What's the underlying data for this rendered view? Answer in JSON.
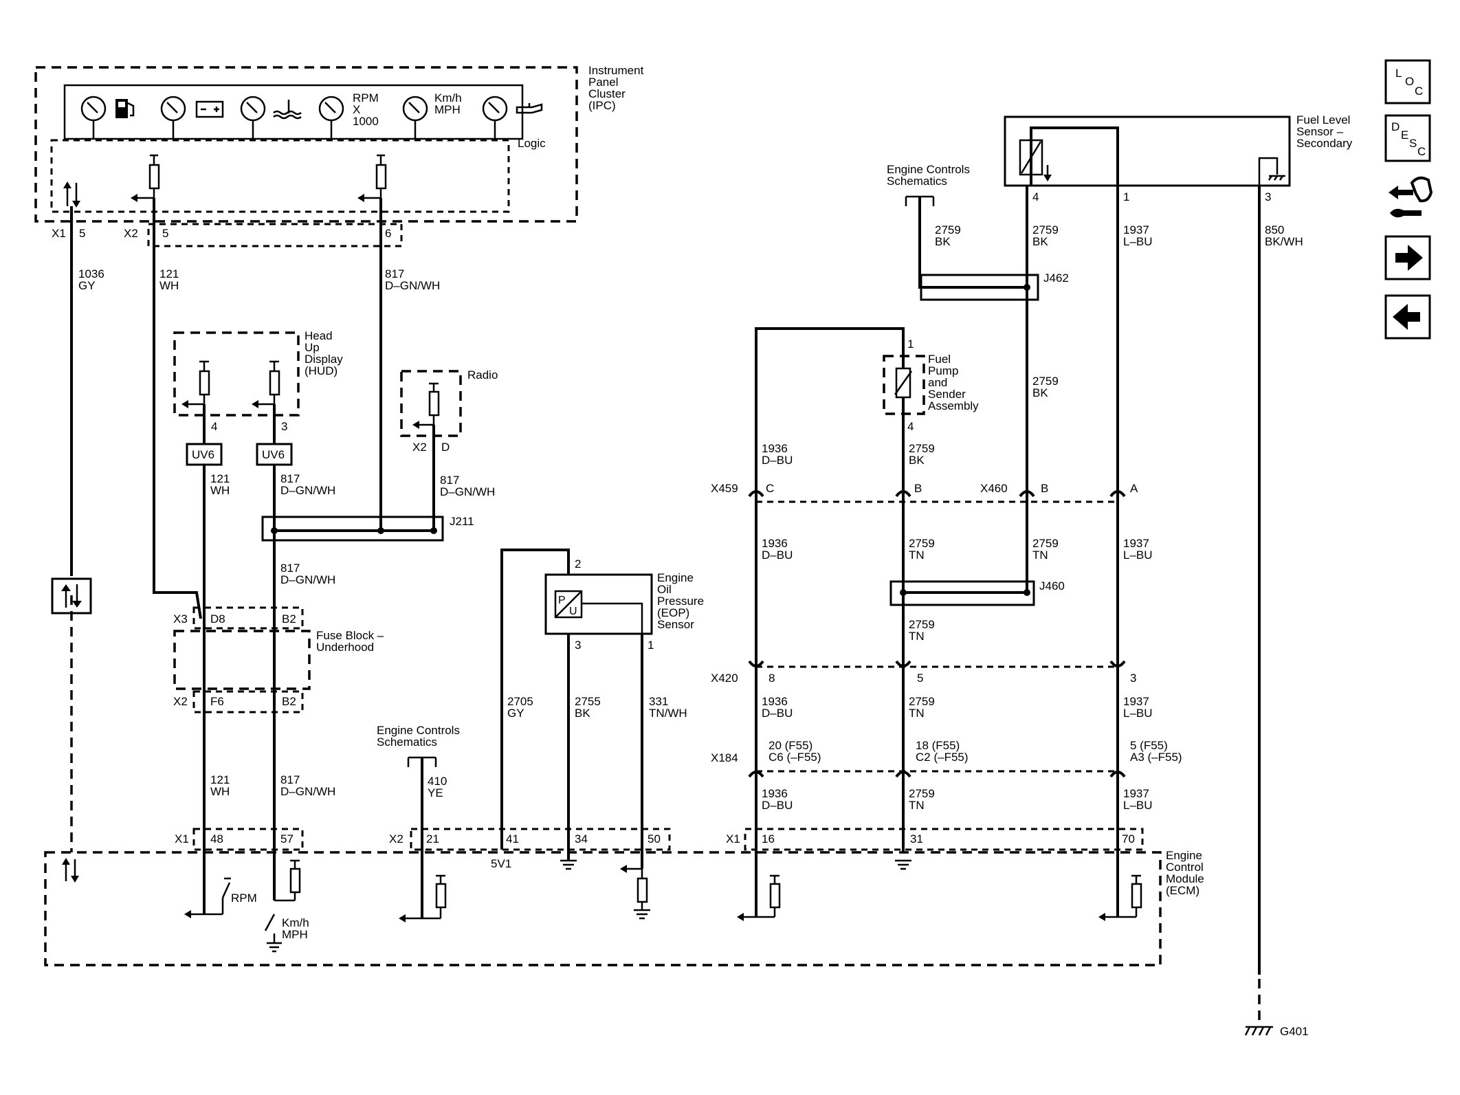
{
  "components": {
    "ipc": "Instrument\nPanel\nCluster\n(IPC)",
    "logic": "Logic",
    "hud": "Head\nUp\nDisplay\n(HUD)",
    "radio": "Radio",
    "fuse_block": "Fuse Block –\nUnderhood",
    "eop": "Engine\nOil\nPressure\n(EOP)\nSensor",
    "ecm": "Engine\nControl\nModule\n(ECM)",
    "fuel_level_sensor": "Fuel Level\nSensor –\nSecondary",
    "fuel_pump": "Fuel\nPump\nand\nSender\nAssembly",
    "engine_controls_1": "Engine Controls\nSchematics",
    "engine_controls_2": "Engine Controls\nSchematics",
    "ground": "G401"
  },
  "gauges": {
    "rpm": "RPM\nX\n1000",
    "speed": "Km/h\nMPH"
  },
  "ecm_labels": {
    "rpm": "RPM",
    "speed": "Km/h\nMPH",
    "v5": "5V1"
  },
  "splices": {
    "j211": "J211",
    "j460": "J460",
    "j462": "J462",
    "uv6_a": "UV6",
    "uv6_b": "UV6"
  },
  "connectors": {
    "x1": "X1",
    "x2": "X2",
    "x3": "X3",
    "x459": "X459",
    "x460": "X460",
    "x420": "X420",
    "x184": "X184"
  },
  "pins": {
    "ipc_x1_5": "5",
    "ipc_x2_5": "5",
    "ipc_x2_6": "6",
    "hud_4": "4",
    "hud_3": "3",
    "radio_d": "D",
    "fb_d8": "D8",
    "fb_b2a": "B2",
    "fb_f6": "F6",
    "fb_b2b": "B2",
    "eop_2": "2",
    "eop_3": "3",
    "eop_1": "1",
    "ecm_48": "48",
    "ecm_57": "57",
    "ecm_21": "21",
    "ecm_41": "41",
    "ecm_34": "34",
    "ecm_50": "50",
    "ecm_16": "16",
    "ecm_31": "31",
    "ecm_70": "70",
    "x459_c": "C",
    "x459_b": "B",
    "x460_b": "B",
    "x460_a": "A",
    "x420_8": "8",
    "x420_5": "5",
    "x420_3": "3",
    "x184_a": "20 (F55)\nC6 (–F55)",
    "x184_b": "18 (F55)\nC2 (–F55)",
    "x184_c": "5 (F55)\nA3 (–F55)",
    "pump_1": "1",
    "pump_4": "4",
    "fls_4": "4",
    "fls_1": "1",
    "fls_3": "3"
  },
  "wires": {
    "w1036": "1036\nGY",
    "w121a": "121\nWH",
    "w817a": "817\nD–GN/WH",
    "w121b": "121\nWH",
    "w817b": "817\nD–GN/WH",
    "w817c": "817\nD–GN/WH",
    "w817d": "817\nD–GN/WH",
    "w121c": "121\nWH",
    "w817e": "817\nD–GN/WH",
    "w410": "410\nYE",
    "w2705": "2705\nGY",
    "w2755": "2755\nBK",
    "w331": "331\nTN/WH",
    "w2759a": "2759\nBK",
    "w2759b": "2759\nBK",
    "w1937a": "1937\nL–BU",
    "w850": "850\nBK/WH",
    "w2759c": "2759\nBK",
    "w1936a": "1936\nD–BU",
    "w2759d": "2759\nBK",
    "w1936b": "1936\nD–BU",
    "w2759e": "2759\nTN",
    "w2759f": "2759\nTN",
    "w1937b": "1937\nL–BU",
    "w2759g": "2759\nTN",
    "w1936c": "1936\nD–BU",
    "w2759h": "2759\nTN",
    "w1937c": "1937\nL–BU",
    "w1936d": "1936\nD–BU",
    "w2759i": "2759\nTN",
    "w1937d": "1937\nL–BU"
  },
  "nav": {
    "loc": [
      "L",
      "O",
      "C"
    ],
    "desc": [
      "D",
      "E",
      "S",
      "C"
    ]
  }
}
